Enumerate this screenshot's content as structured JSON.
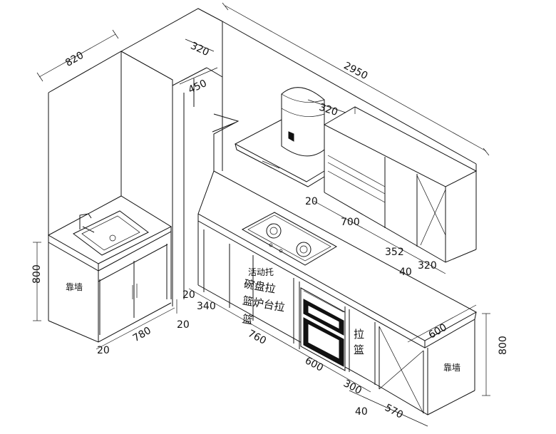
{
  "dimensions": {
    "d820": "820",
    "d320_top": "320",
    "d450": "450",
    "d2950": "2950",
    "d320_hood": "320",
    "d20_hood": "20",
    "d700": "700",
    "d352": "352",
    "d320_right": "320",
    "d40_mid": "40",
    "d800_left": "800",
    "d20_left_a": "20",
    "d340": "340",
    "d780": "780",
    "d20_left_b": "20",
    "d20_left_c": "20",
    "d760": "760",
    "d600_a": "600",
    "d300": "300",
    "d40_bottom": "40",
    "d570": "570",
    "d600_right": "600",
    "d800_right": "800"
  },
  "labels": {
    "wall_left": "靠墙",
    "wall_right": "靠墙",
    "shelf": "活动托",
    "bowl_rack": "碗盘拉",
    "bowl_rack2": "篮炉台拉",
    "basket": "篮",
    "pull": "拉",
    "pull_basket": "篮"
  }
}
